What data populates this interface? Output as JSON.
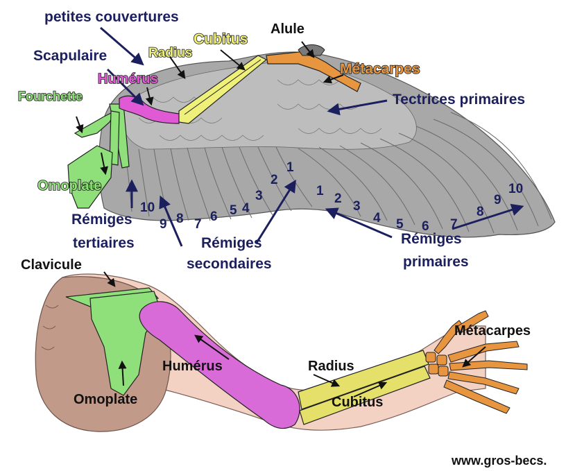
{
  "wing_labels": {
    "petites_couvertures": "petites couvertures",
    "alule": "Alule",
    "cubitus": "Cubitus",
    "radius": "Radius",
    "scapulaire": "Scapulaire",
    "humerus": "Humérus",
    "metacarpes": "Métacarpes",
    "fourchette": "Fourchette",
    "tectrices_primaires": "Tectrices primaires",
    "omoplate": "Omoplate",
    "remiges_tertiaires_1": "Rémiges",
    "remiges_tertiaires_2": "tertiaires",
    "remiges_secondaires_1": "Rémiges",
    "remiges_secondaires_2": "secondaires",
    "remiges_primaires_1": "Rémiges",
    "remiges_primaires_2": "primaires"
  },
  "secondary_numbers": [
    "1",
    "2",
    "3",
    "4",
    "5",
    "6",
    "7",
    "8",
    "9",
    "10"
  ],
  "primary_numbers": [
    "1",
    "2",
    "3",
    "4",
    "5",
    "6",
    "7",
    "8",
    "9",
    "10"
  ],
  "arm_labels": {
    "clavicule": "Clavicule",
    "metacarpes": "Métacarpes",
    "humerus": "Humérus",
    "radius": "Radius",
    "omoplate": "Omoplate",
    "cubitus": "Cubitus"
  },
  "watermark": "www.gros-becs.",
  "colors": {
    "navy": "#1c1f5e",
    "green": "#8fe07a",
    "yellow": "#eef07a",
    "magenta": "#e05ad6",
    "orange": "#e89540",
    "wing_gray": "#a9a9a9",
    "skin": "#f3d2c4",
    "shoulder": "#c29a8a"
  }
}
